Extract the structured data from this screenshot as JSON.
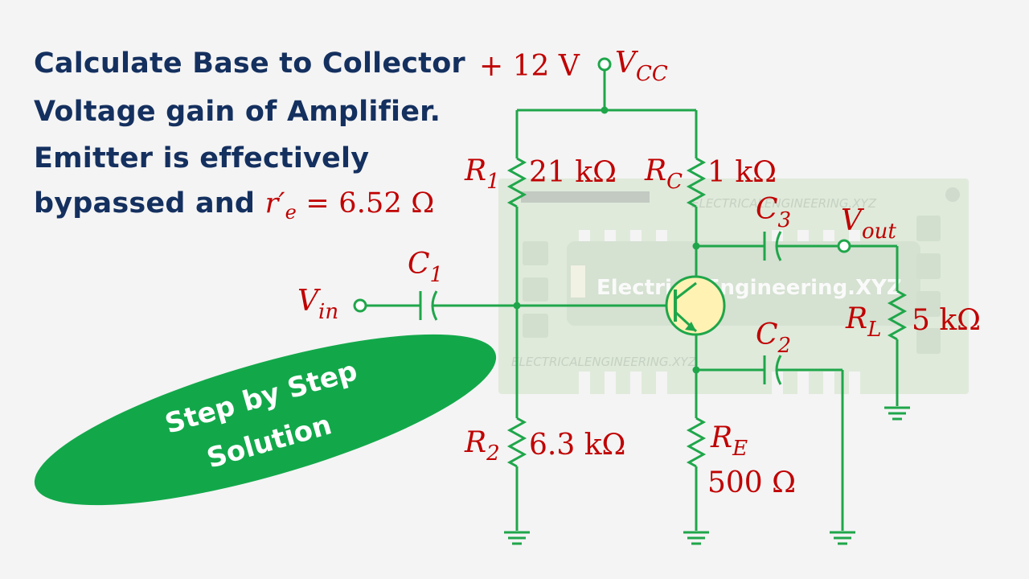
{
  "question": {
    "line1": "Calculate Base to Collector",
    "line2": "Voltage gain of Amplifier.",
    "line3": "Emitter is effectively",
    "line4_text": "bypassed and ",
    "re_symbol": "r′",
    "re_sub": "e",
    "re_value": " = 6.52 Ω"
  },
  "circuit": {
    "vcc_value": "+ 12 V",
    "vcc_symbol": "V",
    "vcc_sub": "CC",
    "r1_symbol": "R",
    "r1_sub": "1",
    "r1_value": "21 kΩ",
    "rc_symbol": "R",
    "rc_sub": "C",
    "rc_value": "1 kΩ",
    "c3_symbol": "C",
    "c3_sub": "3",
    "vout_symbol": "V",
    "vout_sub": "out",
    "c1_symbol": "C",
    "c1_sub": "1",
    "vin_symbol": "V",
    "vin_sub": "in",
    "rl_symbol": "R",
    "rl_sub": "L",
    "rl_value": "5 kΩ",
    "c2_symbol": "C",
    "c2_sub": "2",
    "r2_symbol": "R",
    "r2_sub": "2",
    "r2_value": "6.3 kΩ",
    "re_symbol": "R",
    "re_sub": "E",
    "re_value": "500 Ω"
  },
  "watermark": {
    "main": "ElectricalEngineering.XYZ",
    "small_top": "ELECTRICALENGINEERING.XYZ",
    "small_bottom": "ELECTRICALENGINEERING.XYZ"
  },
  "badge": {
    "line1": "Step by Step",
    "line2": "Solution"
  },
  "colors": {
    "title": "#14305f",
    "math": "#c00000",
    "wire": "#1fa64a",
    "badge": "#12a84a"
  }
}
